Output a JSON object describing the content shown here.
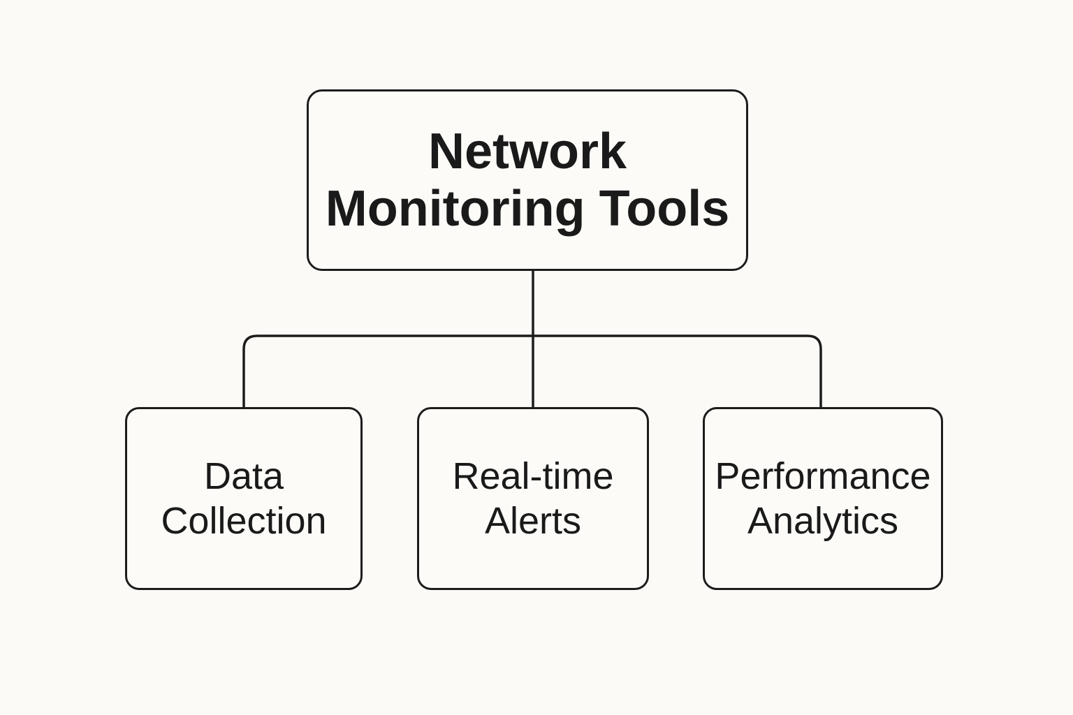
{
  "root": {
    "line1": "Network",
    "line2": "Monitoring Tools"
  },
  "children": [
    {
      "line1": "Data",
      "line2": "Collection"
    },
    {
      "line1": "Real-time",
      "line2": "Alerts"
    },
    {
      "line1": "Performance",
      "line2": "Analytics"
    }
  ],
  "colors": {
    "background": "#fbfaf6",
    "stroke": "#1c1c1c",
    "text": "#1a1a1a"
  }
}
